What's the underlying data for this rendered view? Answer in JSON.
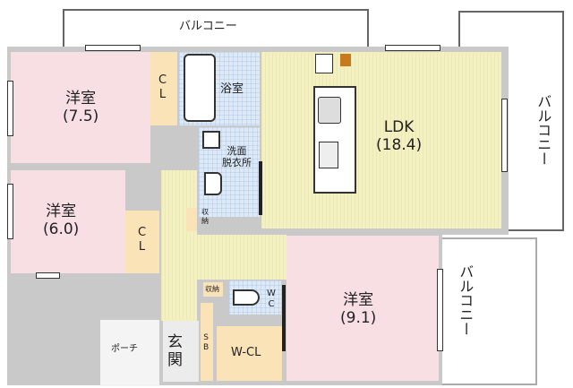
{
  "title": "Floor plan",
  "balconies": {
    "top": "バルコニー",
    "right": "バルコニー",
    "lower_right": "バルコニー"
  },
  "rooms": {
    "western1": {
      "name": "洋室",
      "size": "(7.5)"
    },
    "western2": {
      "name": "洋室",
      "size": "(6.0)"
    },
    "western3": {
      "name": "洋室",
      "size": "(9.1)"
    },
    "ldk": {
      "name": "LDK",
      "size": "(18.4)"
    },
    "closet1": "C\nL",
    "closet2": "C\nL",
    "bath": "浴室",
    "washroom": "洗面\n脱衣所",
    "storage1": "収\n納",
    "storage2": "収納",
    "wc": "W\nC",
    "walk_in_closet": "W-CL",
    "shoe_box": "S\nB",
    "entrance": "玄\n関",
    "porch": "ポーチ"
  },
  "colors": {
    "western": "#f7dfe4",
    "ldk": "#f3f0c2",
    "closet": "#fbe3b8",
    "wet": "#dde9f7",
    "wall": "#c9c9c9"
  }
}
